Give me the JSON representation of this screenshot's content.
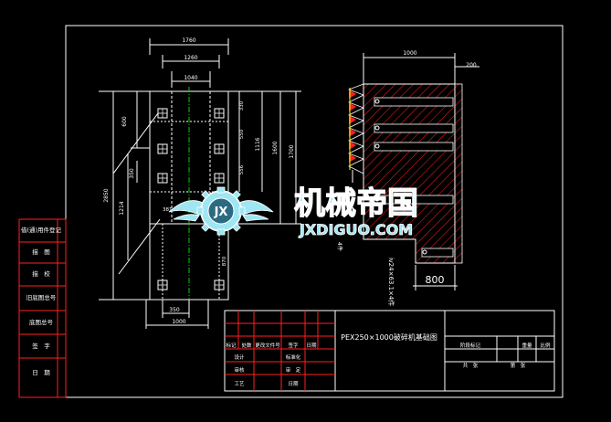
{
  "colors": {
    "background": "#000000",
    "frame": "#ffffff",
    "table_lines": "#ff2020",
    "part_outline": "#ffffff",
    "centerline": "#00d000",
    "bolt_circle": "#ffffff",
    "dimension": "#ffffff",
    "hatch": "#ff2020",
    "pillar_dim": "#ffff00",
    "watermark_fill": "#9fe6f3",
    "watermark_stroke": "#ffffff"
  },
  "plan_dims": {
    "top": [
      "1760",
      "1260",
      "1040"
    ],
    "left": [
      "600",
      "350",
      "1214",
      "2850"
    ],
    "right": [
      "330",
      "550",
      "556",
      "1116",
      "1600",
      "1700"
    ],
    "mid": [
      "381",
      "870"
    ],
    "bottom": [
      "350",
      "1000"
    ]
  },
  "section_dims": {
    "top_width": "1000",
    "right_offset": "200",
    "bottom_width": "800",
    "vertical_note": "ⅳ24×63.1×4件",
    "left_note": "4件"
  },
  "left_column": [
    "借(通)用件登记",
    "描　图",
    "描　校",
    "旧底图总号",
    "底图总号",
    "签　字",
    "日　期"
  ],
  "title_block": {
    "drawing_title": "PEX250×1000破碎机基础图",
    "header_row": [
      "标记",
      "处数",
      "更改文件号",
      "签字",
      "日期"
    ],
    "rows": [
      [
        "设计",
        "",
        "标准化"
      ],
      [
        "审核",
        "",
        "审　定"
      ],
      [
        "工艺",
        "",
        "日期"
      ]
    ],
    "stage_headers": [
      "阶段标记",
      "重量",
      "比例"
    ],
    "sheet_info": [
      "共　张",
      "第　张"
    ]
  },
  "watermark": {
    "icon": "gear-logo-icon",
    "icon_letters": "JX",
    "title": "机械帝国",
    "url": "JXDIGUO.COM"
  }
}
